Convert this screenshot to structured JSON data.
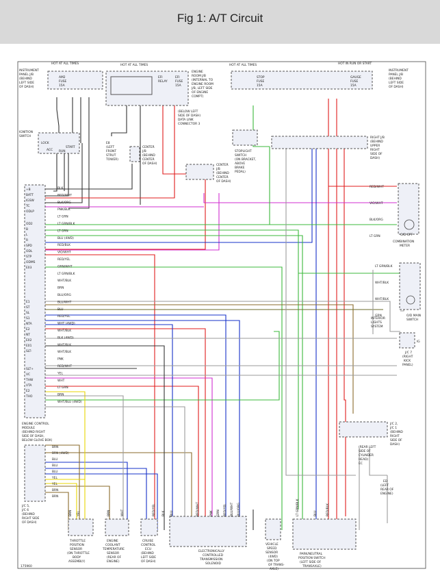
{
  "header": {
    "title": "Fig 1: A/T Circuit"
  },
  "diagram": {
    "figure_code": "175960",
    "top_labels": {
      "hot_at_all_times_1": "HOT AT ALL TIMES",
      "hot_at_all_times_2": "HOT AT ALL TIMES",
      "hot_at_all_times_3": "HOT AT ALL TIMES",
      "hot_in_run": "HOT IN RUN OR START"
    },
    "components": {
      "instrument_panel_jb_left": "INSTRUMENT PANEL J/B (BEHIND LEFT SIDE OF DASH)",
      "am2_fuse": "AM2 FUSE 15A",
      "efi_relay": "EFI RELAY",
      "efi_fuse": "EFI FUSE 15A",
      "engine_room_jb": "ENGINE ROOM J/B (INTERNAL TO ENGINE ROOM J/B, LEFT SIDE OF ENGINE COMPT)",
      "stop_fuse": "STOP FUSE 15A",
      "gauge_fuse": "GAUGE FUSE 15A",
      "instrument_panel_jb_right": "INSTRUMENT PANEL J/B (BEHIND LEFT SIDE OF DASH)",
      "ignition_switch": "IGNITION SWITCH",
      "ign_lock": "LOCK",
      "ign_acc": "ACC",
      "ign_start": "START",
      "ign_run": "RUN",
      "e8": "E8 (LEFT FRONT STRUT TOWER)",
      "center_jb_1": "CENTER J/B (BEHIND CENTER OF DASH)",
      "data_link": "(BELOW LEFT SIDE OF DASH) DATA LINK CONNECTOR 3",
      "center_jb_2": "CENTER J/B (BEHIND CENTER OF DASH)",
      "stoplight_switch": "STOPLIGHT SWITCH (ON BRACKET, ABOVE BRAKE PEDAL)",
      "right_jb": "RIGHT J/B (BEHIND UPPER RIGHT SIDE OF DASH)",
      "combination_meter": "COMBINATION METER",
      "od_off": "O/D OFF",
      "od_main_switch": "O/D MAIN SWITCH",
      "interior_lights": "INTERIOR LIGHTS SYSTEM",
      "jc7": "J/C 7 (RIGHT KICK PANEL)",
      "ecm": "ENGINE CONTROL MODULE (BEHIND RIGHT SIDE OF DASH, BELOW GLOVE BOX)",
      "jc2": "J/C 2, J/C 1 (BEHIND RIGHT SIDE OF DASH)",
      "cyl_head": "(REAR LEFT SIDE OF CYLINDER HEAD) EC",
      "ed": "ED (LEFT REAR OF ENGINE)",
      "jc5": "J/C 5, J/C 6 (BEHIND RIGHT SIDE OF DASH)",
      "tps": "THROTTLE POSITION SENSOR (ON THROTTLE BODY ASSEMBLY)",
      "ects": "ENGINE COOLANT TEMPERATURE SENSOR (REAR OF ENGINE)",
      "cruise_ecu": "CRUISE CONTROL ECU (BEHIND LEFT SIDE OF DASH)",
      "solenoid": "ELECTRONICALLY CONTROLLED TRANSMISSION SOLENOID",
      "vss": "VEHICLE SPEED SENSOR (4WD) (ON TOP OF TRANSAXLE)",
      "pnp": "PARK/NEUTRAL POSITION SWITCH (LEFT SIDE OF TRANSAXLE)"
    },
    "ecm_pins": [
      "+B",
      "BATT",
      "IGSW",
      "TC",
      "ODLP",
      "OD2",
      "B",
      "L",
      "R",
      "SPD",
      "ODL",
      "STP",
      "ODMS",
      "E03",
      "E1",
      "ST",
      "SL",
      "S1",
      "NTA",
      "E2",
      "NT",
      "E02",
      "E01",
      "SLT-",
      "SLT+",
      "VC",
      "THW",
      "VTA",
      "E2",
      "THO"
    ],
    "ecm_wires": [
      "BLK",
      "RED/WHT",
      "BLK/ORG",
      "PNK/BLK",
      "LT GRN",
      "LT GRN/BLK",
      "LT GRN",
      "BLU (4WD)",
      "RED/BLK",
      "VIO/WHT",
      "RED/YEL",
      "GRN/WHT",
      "LT GRN/BLK",
      "WHT/BLK",
      "BRN",
      "BLU/ORG",
      "BLU/WHT",
      "BLU",
      "RED/YEL",
      "WHT (4WD)",
      "WHT/BLK",
      "BLK (4WD)",
      "WHT/BLK",
      "WHT/BLK",
      "PNK",
      "RED/WHT",
      "YEL",
      "WHT",
      "LT GRN",
      "BRN",
      "WHT/BLU (4WD)"
    ],
    "meter_wires": [
      "RED/WHT",
      "VIO/WHT",
      "BLK/ORG",
      "LT GRN"
    ],
    "od_wires": [
      "LT GRN/BLK",
      "WHT/BLK",
      "WHT/BLK",
      "GRN"
    ],
    "jc5_wires": [
      "BRN",
      "BRN (4WD)",
      "BLU",
      "BLU",
      "BLU",
      "YEL",
      "YEL",
      "BRN",
      "BRN"
    ],
    "bottom_wires": [
      "BRN",
      "YEL",
      "BRN",
      "WHT",
      "BLK",
      "RED/YEL",
      "BLU",
      "RED/WHT",
      "PNK",
      "GRN",
      "RED/YEL",
      "BLU/WHT",
      "BLU/ORG",
      "LT GRN/BLK",
      "BLU",
      "RED/BLK"
    ],
    "colors": {
      "red": "#e01b1b",
      "blue": "#1630c8",
      "green": "#3bb93b",
      "magenta": "#d02dd0",
      "brown": "#8a6a2a",
      "yellow": "#e8d400",
      "gray": "#9a9a9a",
      "black": "#333333",
      "olive": "#6b6b2b"
    }
  }
}
